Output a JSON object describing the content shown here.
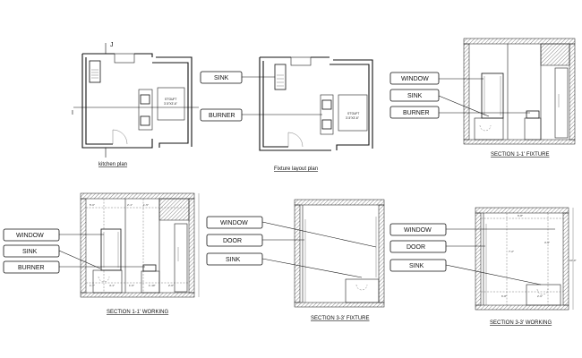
{
  "plans": {
    "kitchen_plan": {
      "caption": "kitchen plan",
      "note_line1": "S'TOUFT",
      "note_line2": "3'-5\"X3'-6\"",
      "cut_label": "I",
      "cut_label2": "J"
    },
    "fixture_layout": {
      "caption": "Fixture layout plan",
      "note_line1": "S'TOUFT",
      "note_line2": "3'-5\"X3'-6\"",
      "callouts": [
        "SINK",
        "BURNER"
      ]
    }
  },
  "sections": {
    "section_1_fixture": {
      "caption": "SECTION 1-1' FIXTURE",
      "callouts": [
        "WINDOW",
        "SINK",
        "BURNER"
      ]
    },
    "section_1_working": {
      "caption": "SECTION 1-1' WORKING",
      "callouts": [
        "WINDOW",
        "SINK",
        "BURNER"
      ]
    },
    "section_3_fixture": {
      "caption": "SECTION 3-3' FIXTURE",
      "callouts": [
        "WINDOW",
        "DOOR",
        "SINK"
      ]
    },
    "section_3_working": {
      "caption": "SECTION 3-3' WORKING",
      "callouts": [
        "WINDOW",
        "DOOR",
        "SINK"
      ]
    }
  },
  "colors": {
    "line": "#111111",
    "background": "#ffffff"
  }
}
